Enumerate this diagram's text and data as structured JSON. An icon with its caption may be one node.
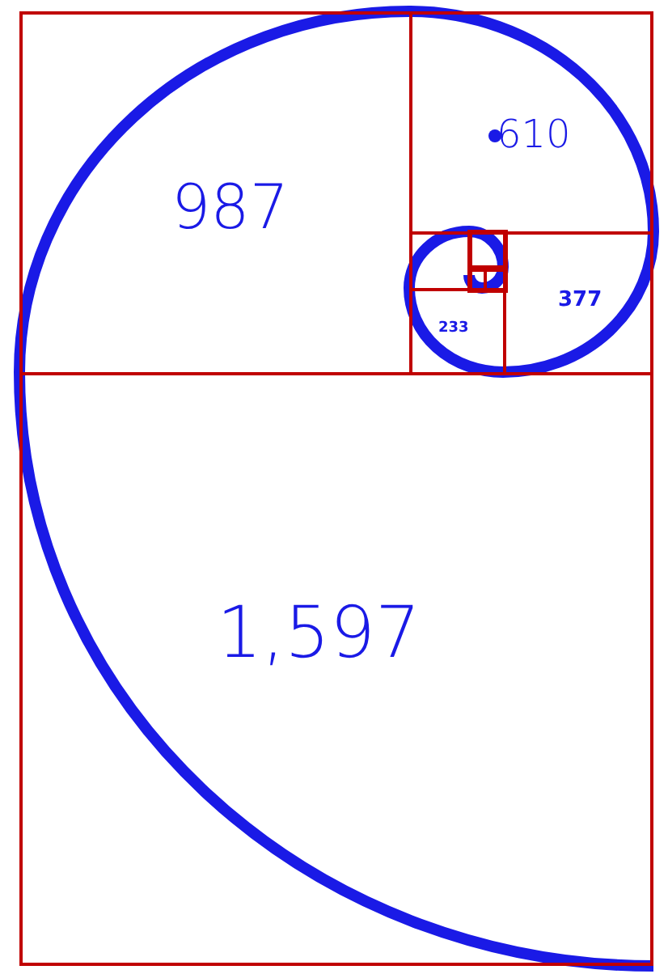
{
  "diagram": {
    "nodes": [
      {
        "text": [
          "987"
        ]
      },
      {
        "text": [
          "610"
        ]
      },
      {
        "text": [],
        "shape": "box"
      },
      {
        "text": [
          "233"
        ]
      },
      {
        "text": [
          "377"
        ]
      },
      {
        "text": [
          "1,597"
        ]
      }
    ]
  }
}
